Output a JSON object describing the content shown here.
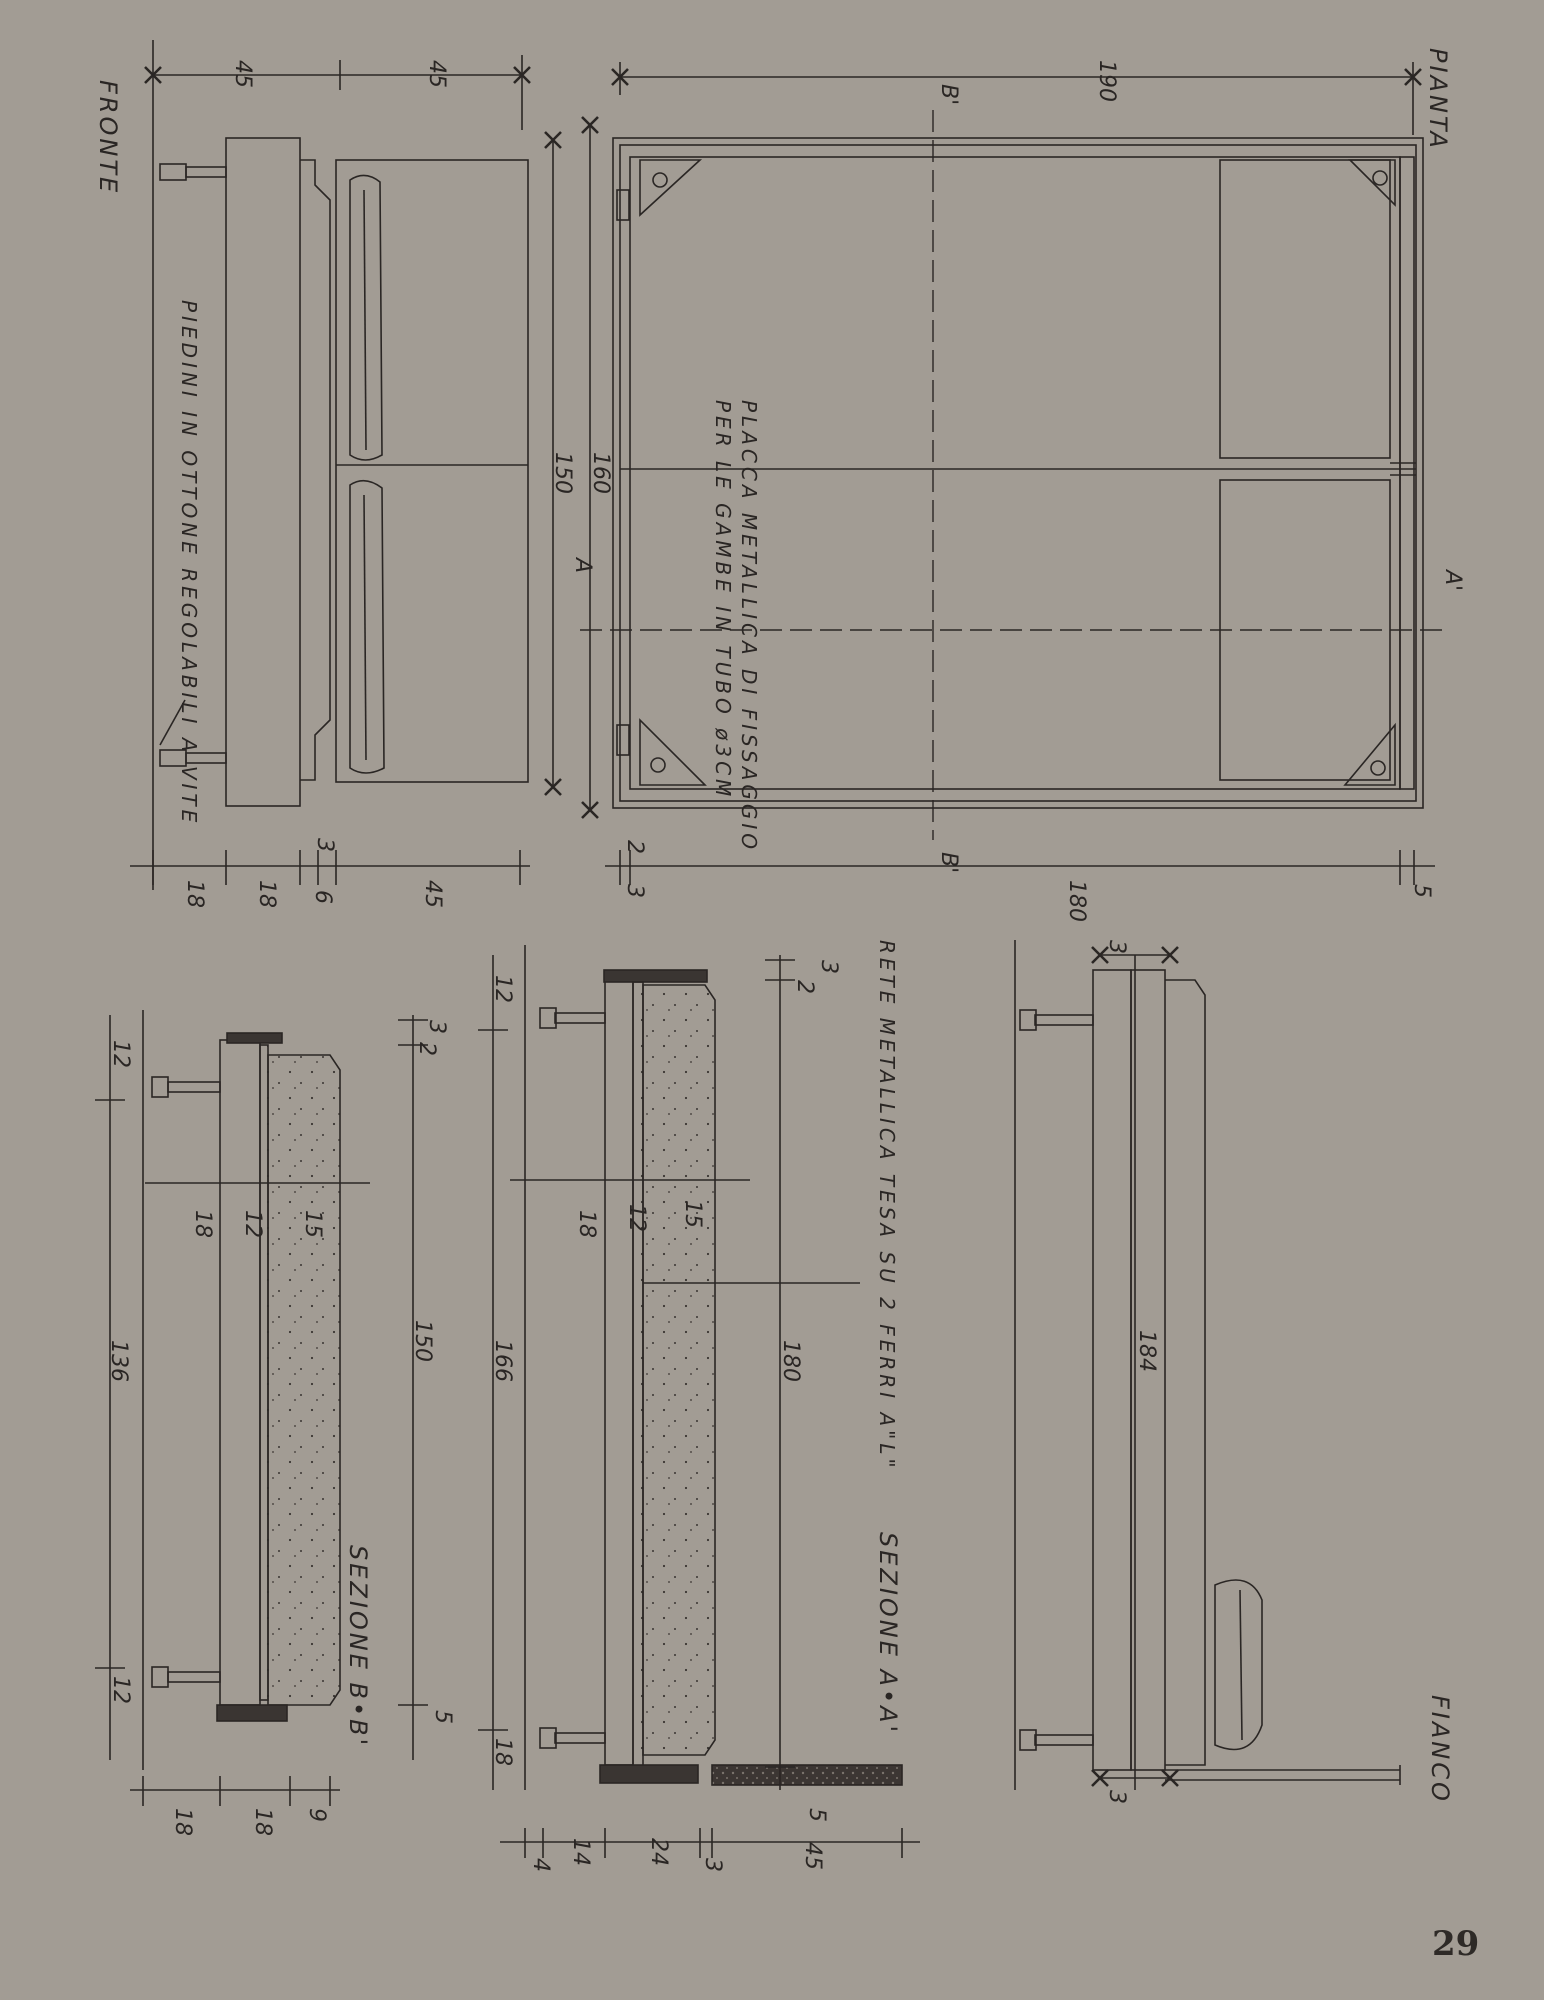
{
  "views": {
    "pianta": "PIANTA",
    "fronte": "FRONTE",
    "fianco": "FIANCO",
    "sezione_aa": "SEZIONE A•A'",
    "sezione_bb": "SEZIONE B•B'"
  },
  "notes": {
    "placca_1": "PLACCA METALLICA DI FISSAGGIO",
    "placca_2": "PER LE GAMBE IN TUBO ø3CM",
    "piedini": "PIEDINI IN OTTONE REGOLABILI A VITE",
    "rete": "RETE METALLICA TESA SU 2 FERRI A\"L\""
  },
  "section_marks": {
    "a": "A",
    "a_prime": "A'",
    "b": "B'",
    "b_prime": "B'"
  },
  "dims": {
    "pianta_length": "190",
    "pianta_width_outer": "160",
    "pianta_width_inner": "150",
    "pianta_inner_length": "180",
    "pianta_end_left": "2",
    "pianta_end_left_b": "3",
    "pianta_end_right": "5",
    "fronte_top_a": "45",
    "fronte_top_b": "45",
    "fronte_h_1": "18",
    "fronte_h_2": "18",
    "fronte_h_3": "3",
    "fronte_h_4": "6",
    "fronte_h_5": "45",
    "fianco_len": "184",
    "fianco_top": "3",
    "fianco_bottom": "3",
    "aa_total": "166",
    "aa_inner": "180",
    "aa_top": "12",
    "aa_bottom": "18",
    "aa_top_a": "3",
    "aa_top_b": "2",
    "aa_right": "5",
    "aa_h1": "18",
    "aa_h2": "12",
    "aa_h3": "15",
    "aa_b1": "4",
    "aa_b2": "14",
    "aa_b3": "24",
    "aa_b4": "3",
    "aa_b5": "45",
    "bb_total": "136",
    "bb_inner": "150",
    "bb_top": "12",
    "bb_bottom": "12",
    "bb_top_a": "3",
    "bb_top_b": "2",
    "bb_right": "5",
    "bb_h1": "18",
    "bb_h2": "12",
    "bb_h3": "15",
    "bb_b1": "18",
    "bb_b2": "18",
    "bb_b3": "9"
  },
  "page_number": "29"
}
